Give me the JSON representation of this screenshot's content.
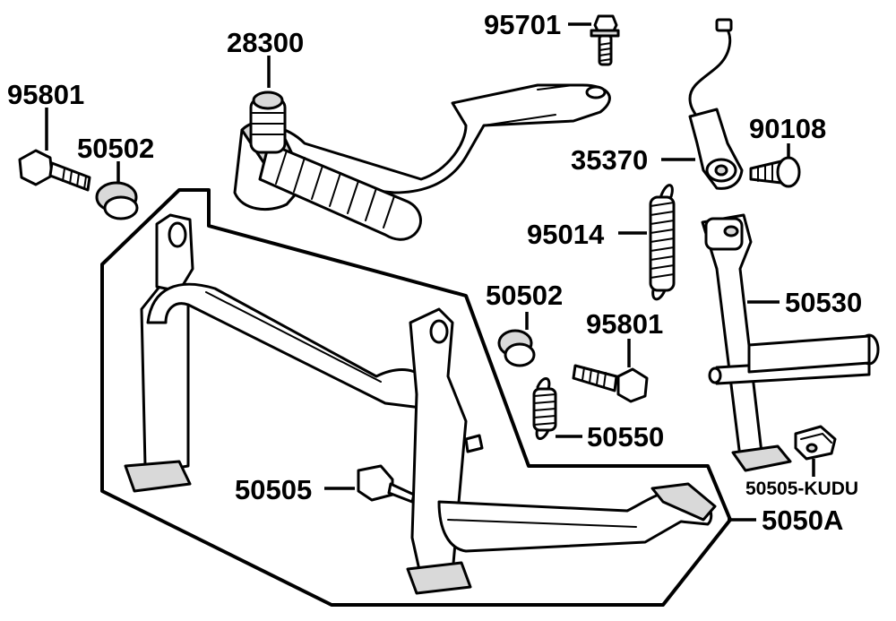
{
  "labels": {
    "l95701": "95701",
    "l28300": "28300",
    "l95801a": "95801",
    "l50502a": "50502",
    "l35370": "35370",
    "l90108": "90108",
    "l95014": "95014",
    "l50502b": "50502",
    "l95801b": "95801",
    "l50530": "50530",
    "l50550": "50550",
    "l50505": "50505",
    "l50505kudu": "50505-KUDU",
    "l5050a": "5050A"
  }
}
